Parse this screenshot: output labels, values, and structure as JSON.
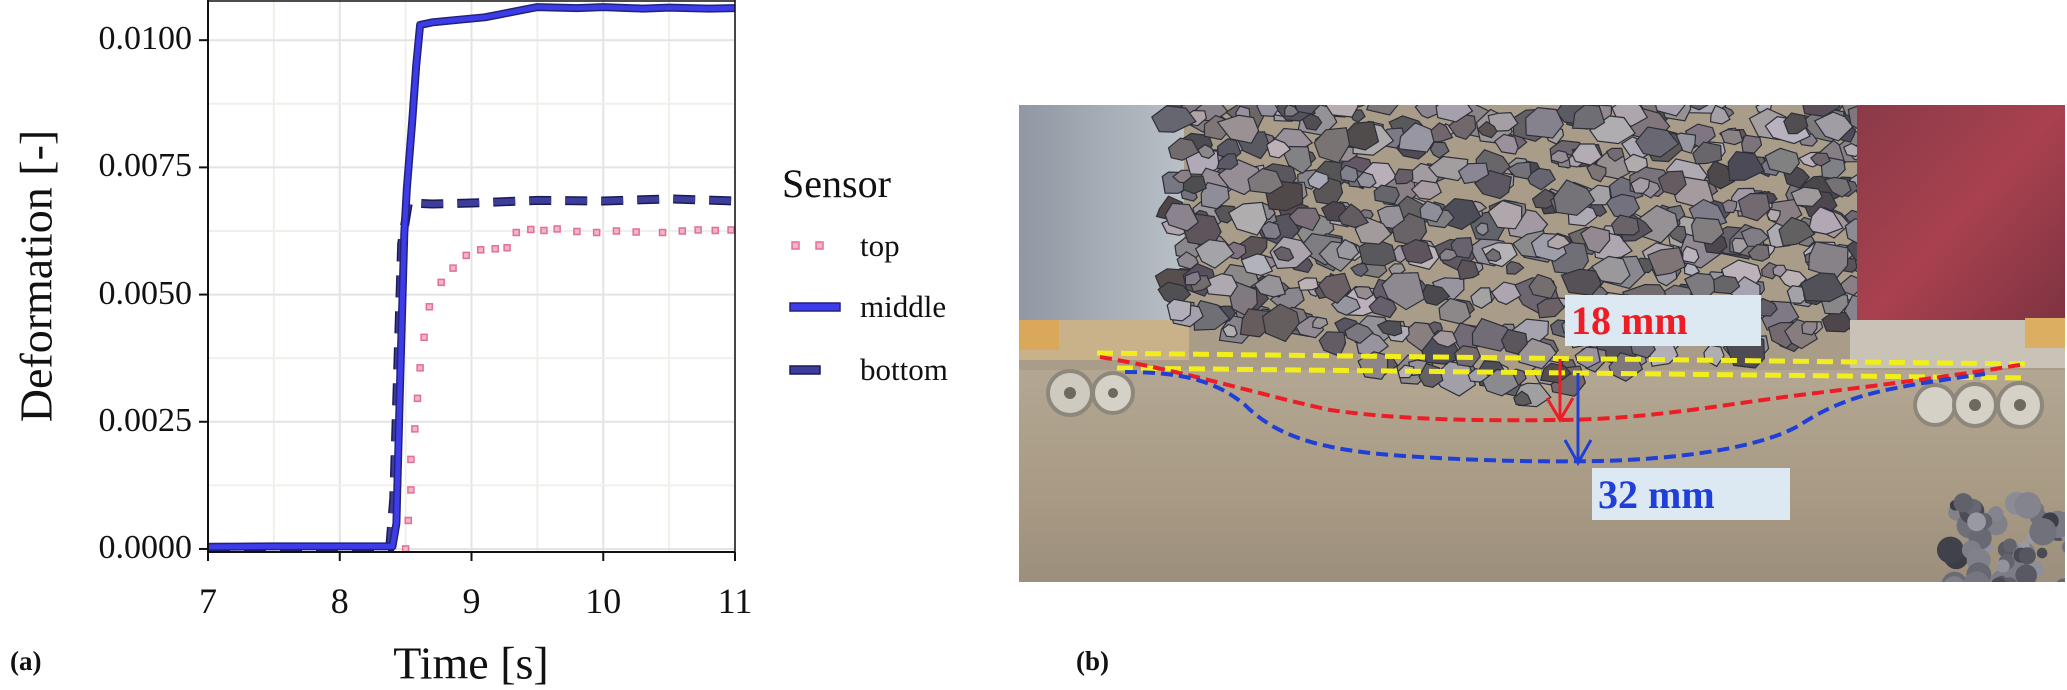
{
  "chart_data": {
    "type": "line",
    "title": "",
    "xlabel": "Time [s]",
    "ylabel": "Deformation [-]",
    "xlim": [
      7,
      11
    ],
    "ylim": [
      -6e-05,
      0.01079
    ],
    "xticks": [
      7,
      8,
      9,
      10,
      11
    ],
    "xtick_labels": [
      "7",
      "8",
      "9",
      "10",
      "11"
    ],
    "yticks": [
      0,
      0.0025,
      0.005,
      0.0075,
      0.01
    ],
    "ytick_labels": [
      "0.0000",
      "0.0025",
      "0.0050",
      "0.0075",
      "0.0100"
    ],
    "grid": true,
    "legend": {
      "title": "Sensor",
      "placement": "right"
    },
    "series": [
      {
        "name": "top",
        "style": "dotted",
        "color": "#e0709a",
        "points": [
          [
            8.5,
            0.0
          ],
          [
            8.52,
            0.00056
          ],
          [
            8.54,
            0.00116
          ],
          [
            8.54,
            0.00176
          ],
          [
            8.57,
            0.00236
          ],
          [
            8.59,
            0.00296
          ],
          [
            8.61,
            0.00356
          ],
          [
            8.64,
            0.00416
          ],
          [
            8.68,
            0.00476
          ],
          [
            8.77,
            0.00524
          ],
          [
            8.86,
            0.00552
          ],
          [
            8.96,
            0.00577
          ],
          [
            9.07,
            0.00588
          ],
          [
            9.18,
            0.0059
          ],
          [
            9.27,
            0.00592
          ],
          [
            9.34,
            0.00622
          ],
          [
            9.45,
            0.00628
          ],
          [
            9.55,
            0.00626
          ],
          [
            9.65,
            0.00629
          ],
          [
            9.8,
            0.00624
          ],
          [
            9.95,
            0.00622
          ],
          [
            10.1,
            0.00625
          ],
          [
            10.25,
            0.00623
          ],
          [
            10.45,
            0.00622
          ],
          [
            10.6,
            0.00625
          ],
          [
            10.72,
            0.00627
          ],
          [
            10.85,
            0.00626
          ],
          [
            10.97,
            0.00627
          ]
        ]
      },
      {
        "name": "middle",
        "style": "solid",
        "color": "#3c3ce8",
        "points": [
          [
            7,
            4e-05
          ],
          [
            7.5,
            5e-05
          ],
          [
            8,
            5e-05
          ],
          [
            8.4,
            5e-05
          ],
          [
            8.43,
            0.0005
          ],
          [
            8.46,
            0.0035
          ],
          [
            8.49,
            0.0062
          ],
          [
            8.51,
            0.0071
          ],
          [
            8.55,
            0.0084
          ],
          [
            8.58,
            0.0095
          ],
          [
            8.61,
            0.0103
          ],
          [
            8.7,
            0.01035
          ],
          [
            8.9,
            0.0104
          ],
          [
            9.1,
            0.01045
          ],
          [
            9.2,
            0.0105
          ],
          [
            9.3,
            0.01055
          ],
          [
            9.5,
            0.01065
          ],
          [
            9.8,
            0.01063
          ],
          [
            10,
            0.01065
          ],
          [
            10.3,
            0.01062
          ],
          [
            10.5,
            0.01064
          ],
          [
            10.8,
            0.01062
          ],
          [
            11,
            0.01063
          ]
        ]
      },
      {
        "name": "bottom",
        "style": "dashed",
        "color": "#3d3d9c",
        "points": [
          [
            7,
            3e-05
          ],
          [
            7.5,
            3e-05
          ],
          [
            8,
            3e-05
          ],
          [
            8.38,
            3e-05
          ],
          [
            8.41,
            0.001
          ],
          [
            8.44,
            0.0035
          ],
          [
            8.47,
            0.006
          ],
          [
            8.52,
            0.0068
          ],
          [
            8.7,
            0.00678
          ],
          [
            9,
            0.0068
          ],
          [
            9.5,
            0.00685
          ],
          [
            10,
            0.00684
          ],
          [
            10.5,
            0.00688
          ],
          [
            11,
            0.00684
          ]
        ]
      }
    ]
  },
  "panels": {
    "a_label": "(a)",
    "b_label": "(b)"
  },
  "photo": {
    "annotation_red": "18 mm",
    "annotation_blue": "32 mm",
    "colors": {
      "red": "#ee1c24",
      "blue": "#1f3fd6",
      "yellow": "#f2ee1c",
      "label_bg": "#dce8f2"
    }
  }
}
